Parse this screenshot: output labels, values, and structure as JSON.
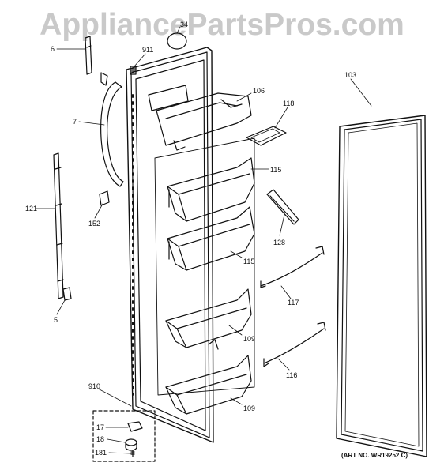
{
  "watermark": "AppliancePartsPros.com",
  "art_number": "(ART NO. WR19252 C)",
  "part_labels": [
    "34",
    "6",
    "911",
    "7",
    "106",
    "118",
    "103",
    "115",
    "121",
    "152",
    "128",
    "115",
    "117",
    "5",
    "109",
    "116",
    "910",
    "109",
    "17",
    "18",
    "181"
  ]
}
